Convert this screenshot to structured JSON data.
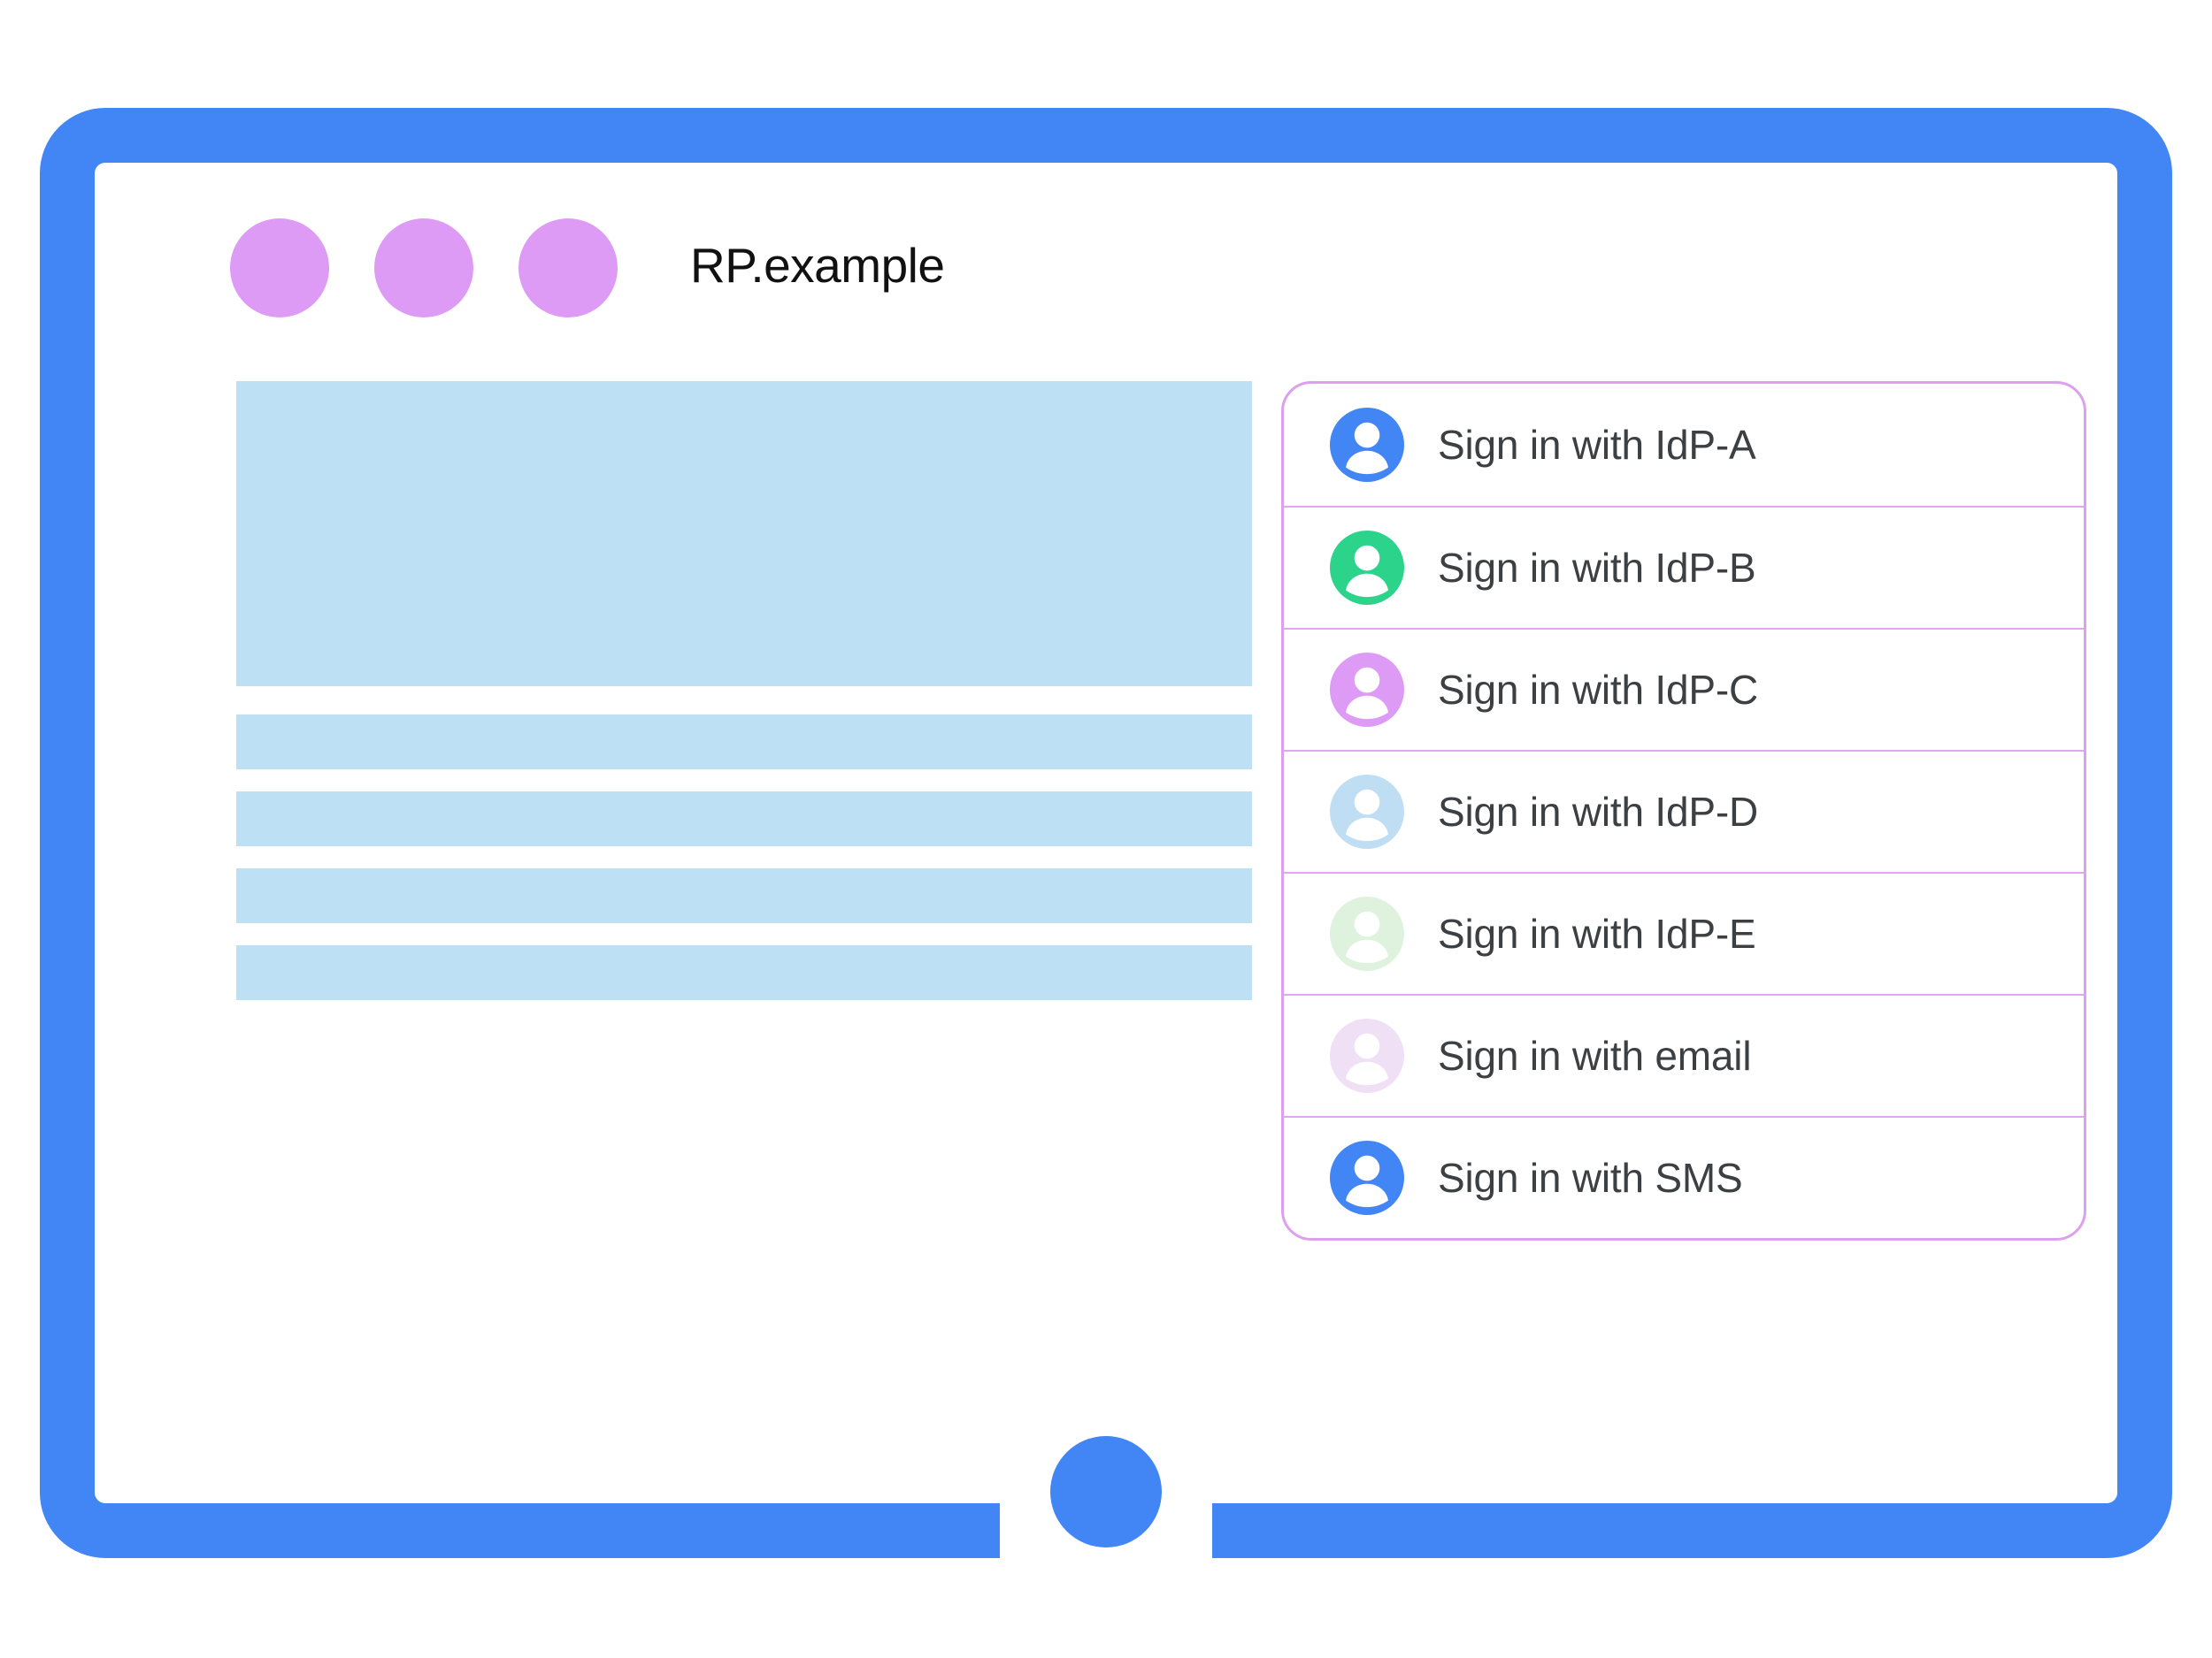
{
  "colors": {
    "frame": "#4285F4",
    "window_dot": "#DD9BF5",
    "content_block": "#BEE0F5",
    "panel_border": "#DDA0EE",
    "divider": "#E0A8F0",
    "label_text": "#3C4043",
    "title_text": "#111111"
  },
  "browser": {
    "site_title": "RP.example",
    "window_dots": [
      {
        "name": "window-dot-1",
        "color": "#DD9BF5"
      },
      {
        "name": "window-dot-2",
        "color": "#DD9BF5"
      },
      {
        "name": "window-dot-3",
        "color": "#DD9BF5"
      }
    ]
  },
  "content": {
    "placeholder_blocks": [
      {
        "kind": "hero"
      },
      {
        "kind": "stripe"
      },
      {
        "kind": "stripe"
      },
      {
        "kind": "stripe"
      },
      {
        "kind": "stripe"
      }
    ]
  },
  "account_chooser": {
    "accounts": [
      {
        "label": "Sign in with IdP-A",
        "icon": "person-avatar-icon",
        "icon_color": "#4285F4"
      },
      {
        "label": "Sign in with IdP-B",
        "icon": "person-avatar-icon",
        "icon_color": "#2BD48A"
      },
      {
        "label": "Sign in with IdP-C",
        "icon": "person-avatar-icon",
        "icon_color": "#DD9BF5"
      },
      {
        "label": "Sign in with IdP-D",
        "icon": "person-avatar-icon",
        "icon_color": "#BFDEF3"
      },
      {
        "label": "Sign in with IdP-E",
        "icon": "person-avatar-icon",
        "icon_color": "#DEF2DE"
      },
      {
        "label": "Sign in with email",
        "icon": "person-avatar-icon",
        "icon_color": "#EFE0F5"
      },
      {
        "label": "Sign in with SMS",
        "icon": "person-avatar-icon",
        "icon_color": "#4285F4"
      }
    ]
  },
  "device": {
    "home_button": "home-button"
  }
}
